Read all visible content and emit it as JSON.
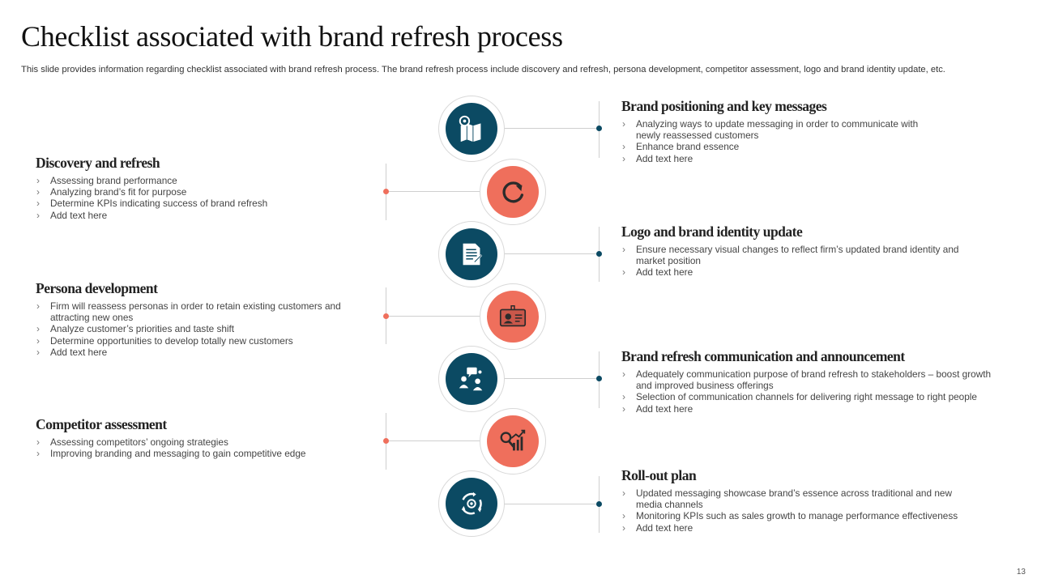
{
  "slide": {
    "title": "Checklist associated with brand refresh process",
    "subtitle": "This slide provides information regarding checklist associated with brand refresh process. The brand refresh process include discovery and refresh, persona development, competitor assessment, logo and brand identity update, etc.",
    "page_number": "13"
  },
  "colors": {
    "navy": "#0b4a63",
    "coral": "#ef6f5c"
  },
  "left": [
    {
      "heading": "Discovery and refresh",
      "bullets": [
        "Assessing brand performance",
        "Analyzing brand’s fit for purpose",
        "Determine KPIs indicating success of brand refresh",
        "Add text here"
      ]
    },
    {
      "heading": "Persona development",
      "bullets": [
        "Firm will reassess personas in order to retain existing customers and attracting new ones",
        "Analyze customer’s priorities and taste shift",
        "Determine opportunities to develop totally new customers",
        "Add text here"
      ]
    },
    {
      "heading": "Competitor assessment",
      "bullets": [
        "Assessing competitors’ ongoing strategies",
        "Improving branding and messaging to gain competitive edge"
      ]
    }
  ],
  "right": [
    {
      "heading": "Brand positioning and key messages",
      "bullets": [
        "Analyzing ways to update messaging in order to communicate with newly reassessed customers",
        "Enhance brand essence",
        "Add text here"
      ]
    },
    {
      "heading": "Logo and brand identity update",
      "bullets": [
        "Ensure necessary visual changes to reflect firm’s updated brand identity and market position",
        "Add text here"
      ]
    },
    {
      "heading": "Brand refresh communication and announcement",
      "bullets": [
        "Adequately communication purpose of brand refresh to stakeholders – boost growth and improved business offerings",
        "Selection of communication channels for delivering right message to right people",
        "Add text here"
      ]
    },
    {
      "heading": "Roll-out plan",
      "bullets": [
        "Updated messaging showcase brand’s essence across traditional and new media channels",
        "Monitoring KPIs such as sales growth to manage performance effectiveness",
        "Add text here"
      ]
    }
  ],
  "icons": [
    "map-pin-icon",
    "refresh-icon",
    "document-icon",
    "id-card-icon",
    "team-communication-icon",
    "analytics-icon",
    "rollout-cycle-icon"
  ]
}
